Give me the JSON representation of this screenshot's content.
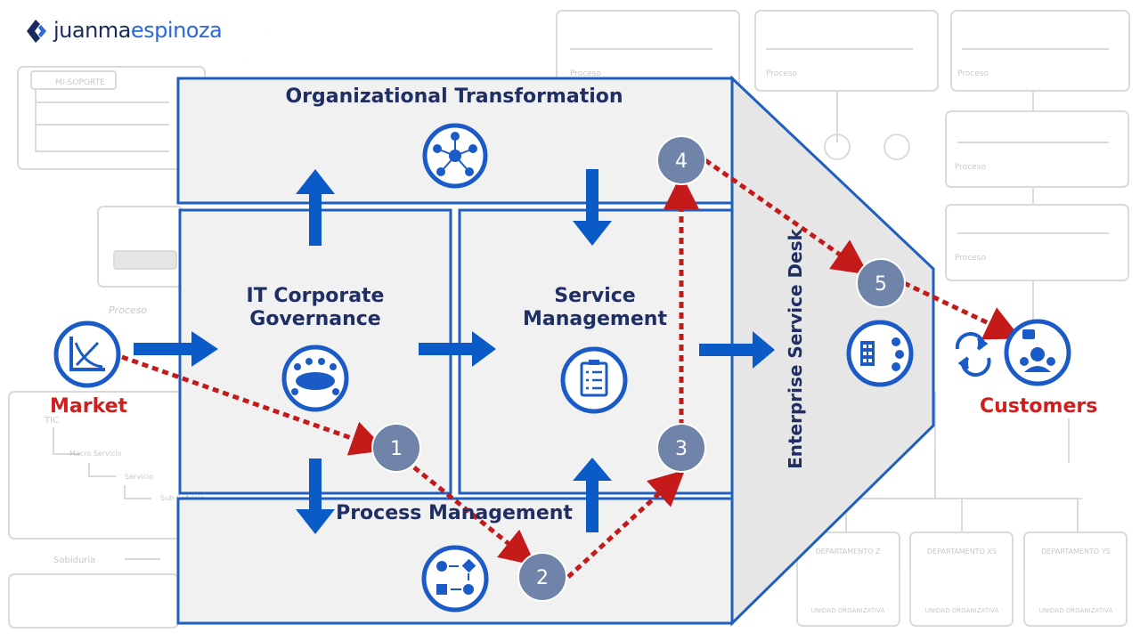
{
  "brand": {
    "name_part1": "juanma",
    "name_part2": "espinoza"
  },
  "colors": {
    "frame": "#1f5fbf",
    "arrow": "#0a5ac8",
    "dash": "#c41a1a",
    "label": "#1f2f66",
    "accent_red": "#d11f1f",
    "step_fill": "#6f84a8"
  },
  "diagram": {
    "organizational": "Organizational Transformation",
    "it_governance": "IT Corporate Governance",
    "service_management": "Service Management",
    "process_management": "Process Management",
    "service_desk": "Enterprise Service Desk",
    "market": "Market",
    "customers": "Customers",
    "steps": [
      "1",
      "2",
      "3",
      "4",
      "5"
    ]
  },
  "background": {
    "top_label": "MI-SOPORTE",
    "process_label": "Proceso",
    "tic": "TIC",
    "macro": "Macro Servicio",
    "service": "Servicio",
    "sub": "Sub Servicio",
    "sabiduria": "Sabiduría",
    "departments": [
      "DEPARTAMENTO Z",
      "DEPARTAMENTO XS",
      "DEPARTAMENTO YS"
    ],
    "units": [
      "UNIDAD ORGANIZATIVA",
      "UNIDAD ORGANIZATIVA",
      "UNIDAD ORGANIZATIVA"
    ]
  }
}
